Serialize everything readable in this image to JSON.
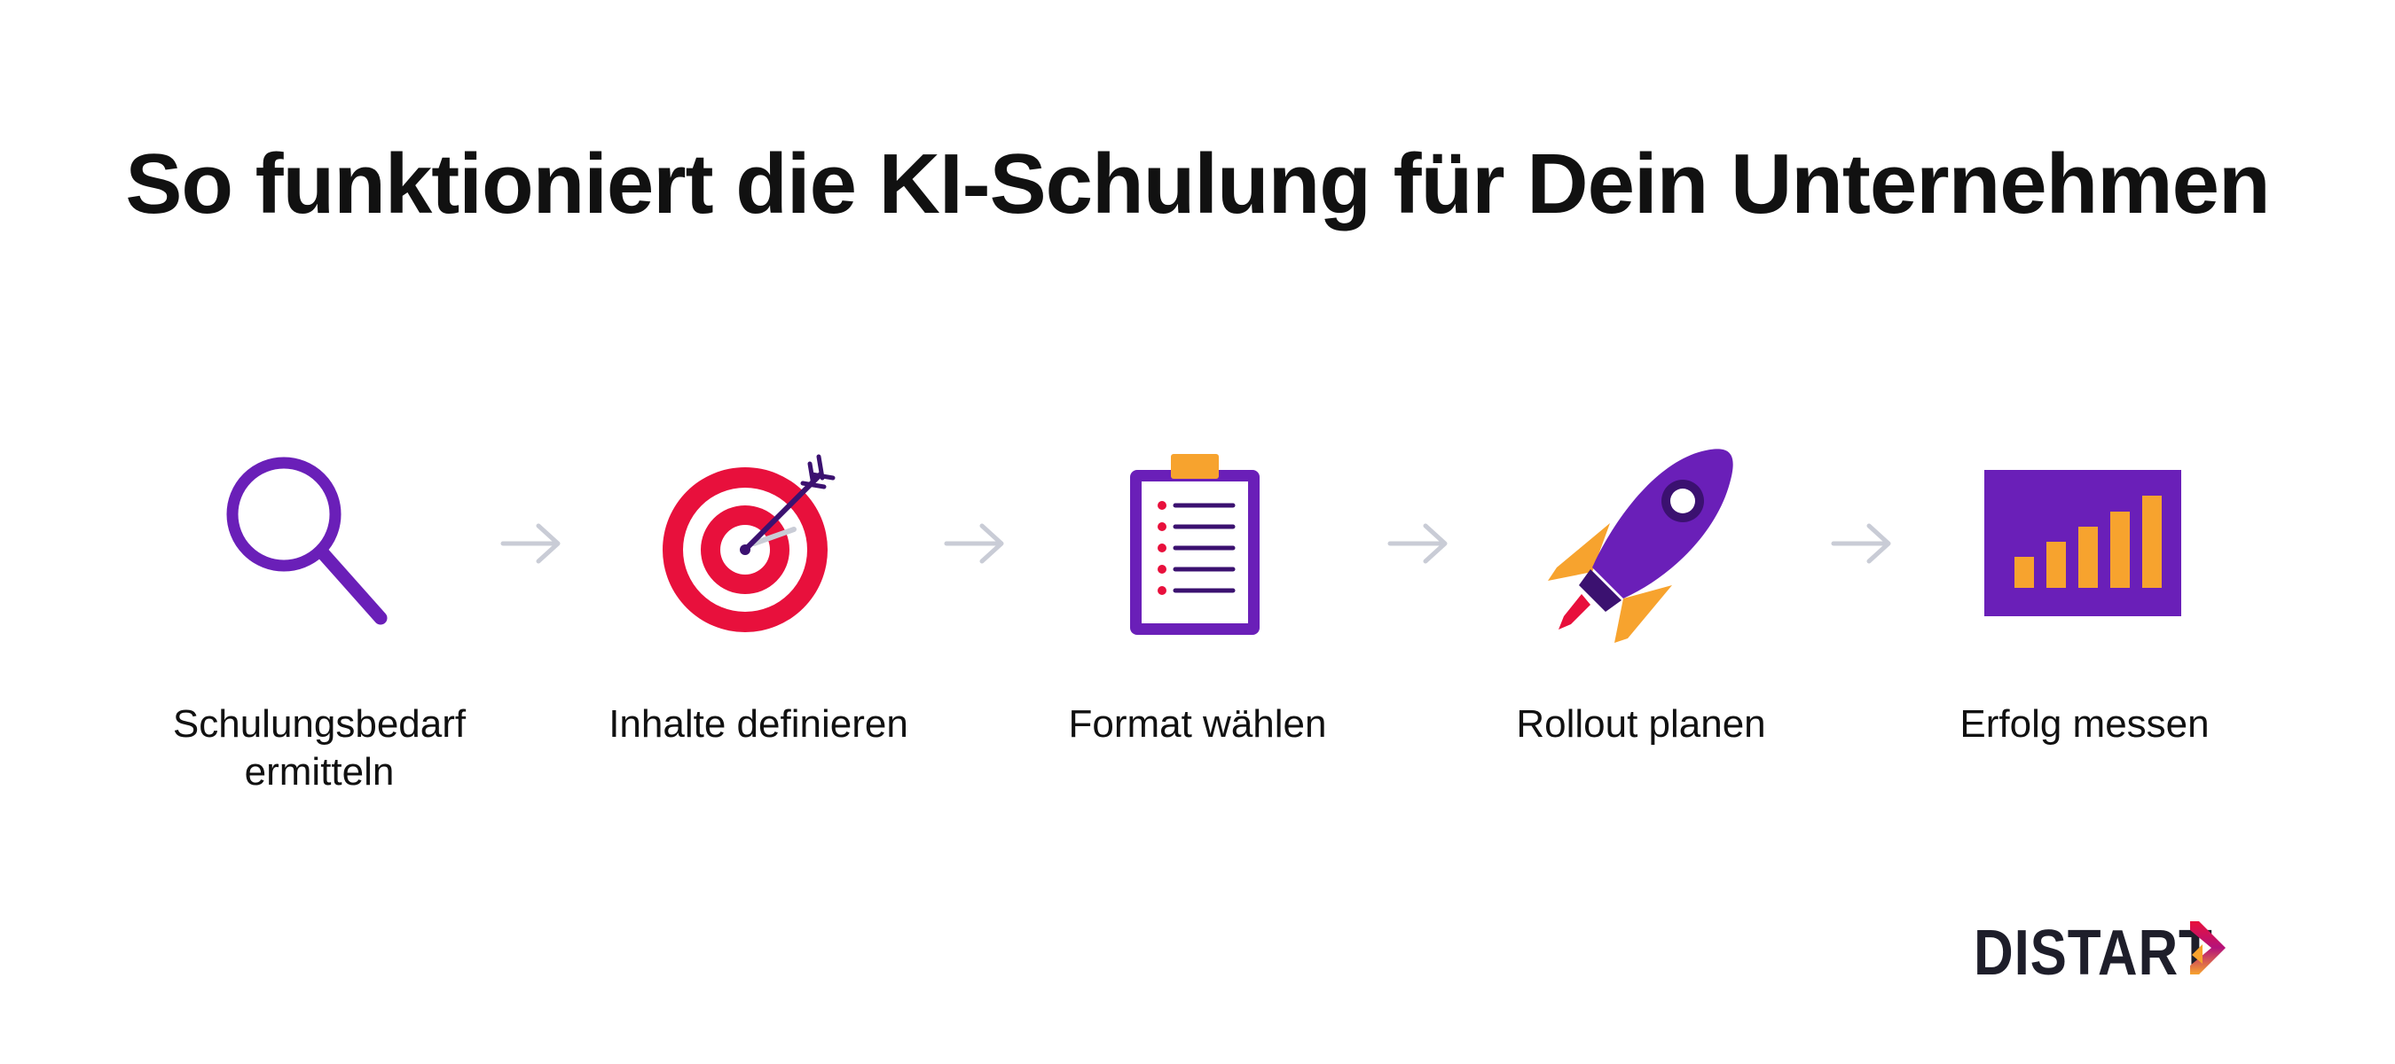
{
  "title": "So funktioniert die KI-Schulung für Dein Unternehmen",
  "steps": [
    {
      "label_line1": "Schulungsbedarf",
      "label_line2": "ermitteln",
      "icon": "magnifier-icon"
    },
    {
      "label_line1": "Inhalte definieren",
      "label_line2": "",
      "icon": "target-icon"
    },
    {
      "label_line1": "Format wählen",
      "label_line2": "",
      "icon": "clipboard-icon"
    },
    {
      "label_line1": "Rollout planen",
      "label_line2": "",
      "icon": "rocket-icon"
    },
    {
      "label_line1": "Erfolg messen",
      "label_line2": "",
      "icon": "bar-chart-icon"
    }
  ],
  "connector_icon": "arrow-right-icon",
  "bar_chart_levels": [
    0.3,
    0.45,
    0.6,
    0.75,
    0.9
  ],
  "logo": {
    "text": "DISTART"
  },
  "colors": {
    "purple": "#6a1fb8",
    "dark_purple": "#3b1170",
    "red": "#e8103c",
    "orange": "#f7a32e",
    "arrow_gray": "#c9ccd6",
    "text": "#111111"
  }
}
